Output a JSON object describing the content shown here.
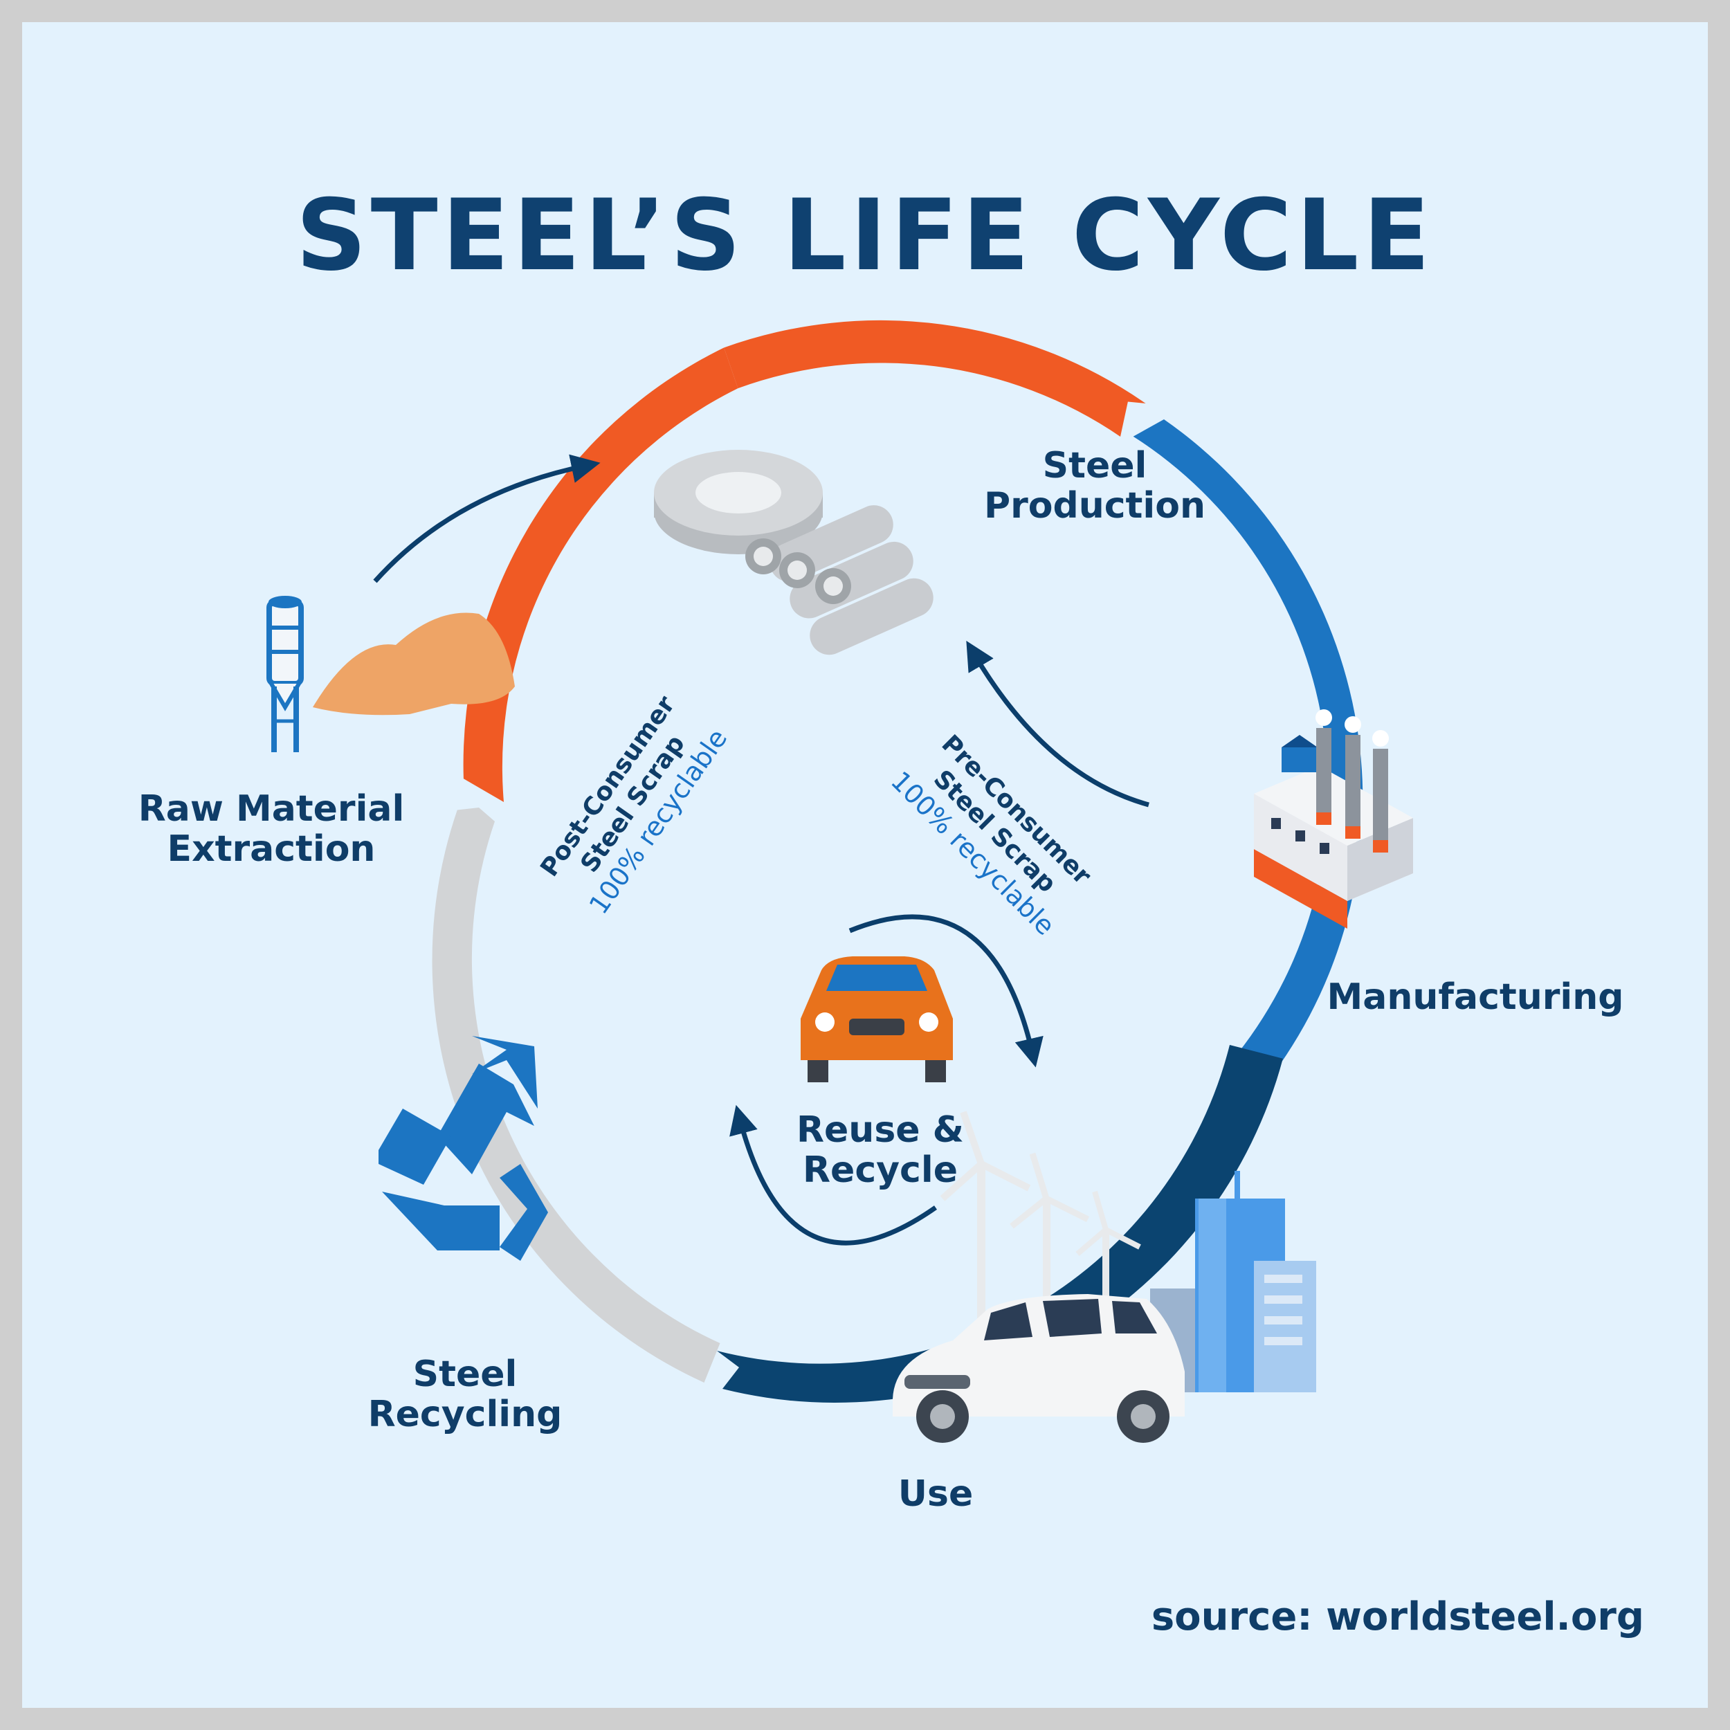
{
  "title": "STEEL’S LIFE CYCLE",
  "stages": {
    "steel_production": {
      "line1": "Steel",
      "line2": "Production"
    },
    "manufacturing": {
      "line1": "Manufacturing"
    },
    "use": {
      "line1": "Use"
    },
    "steel_recycling": {
      "line1": "Steel",
      "line2": "Recycling"
    },
    "raw_material": {
      "line1": "Raw Material",
      "line2": "Extraction"
    }
  },
  "center": {
    "line1": "Reuse &",
    "line2": "Recycle"
  },
  "scrap": {
    "post_consumer": {
      "line1": "Post-Consumer",
      "line2": "Steel Scrap",
      "note": "100% recyclable"
    },
    "pre_consumer": {
      "line1": "Pre-Consumer",
      "line2": "Steel Scrap",
      "note": "100% recyclable"
    }
  },
  "source": "source: worldsteel.org",
  "colors": {
    "background": "#e3f2fd",
    "title": "#0f4170",
    "orange": "#f05a24",
    "blue": "#1c75c2",
    "navy": "#0b4470",
    "gray": "#d2d4d6",
    "accent_text": "#1a73c8"
  }
}
